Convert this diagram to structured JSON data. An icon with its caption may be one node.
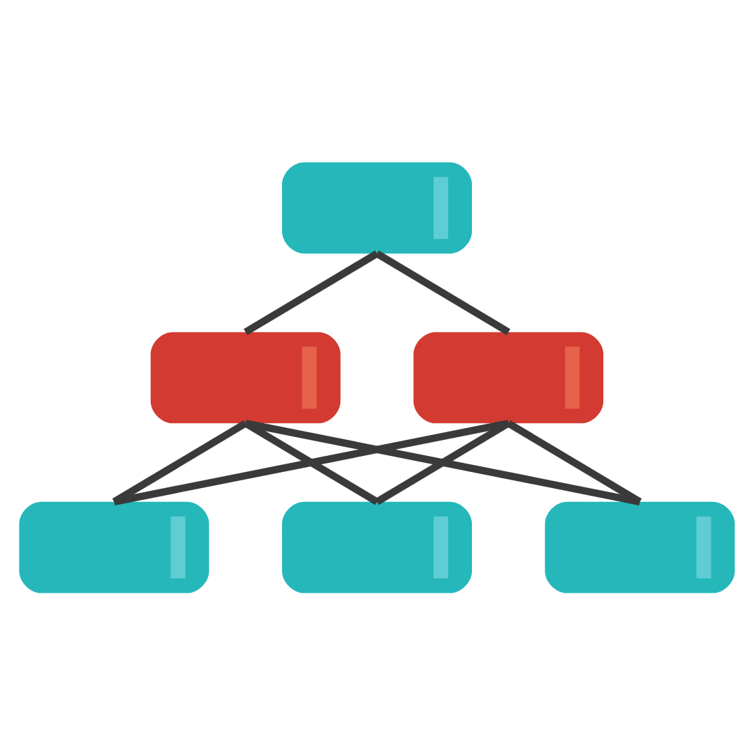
{
  "diagram": {
    "nodes": [
      {
        "text": [],
        "shape": "box"
      },
      {
        "text": [],
        "shape": "box"
      },
      {
        "text": [],
        "shape": "box"
      },
      {
        "text": [],
        "shape": "box"
      },
      {
        "text": [],
        "shape": "box"
      },
      {
        "text": [],
        "shape": "box"
      }
    ],
    "edges": [
      {
        "from": 0,
        "to": 1,
        "arrow": "none"
      },
      {
        "from": 0,
        "to": 2,
        "arrow": "none"
      },
      {
        "from": 1,
        "to": 3,
        "arrow": "none"
      },
      {
        "from": 1,
        "to": 4,
        "arrow": "none"
      },
      {
        "from": 1,
        "to": 5,
        "arrow": "none"
      },
      {
        "from": 2,
        "to": 3,
        "arrow": "none"
      },
      {
        "from": 2,
        "to": 4,
        "arrow": "none"
      },
      {
        "from": 2,
        "to": 5,
        "arrow": "none"
      }
    ]
  }
}
